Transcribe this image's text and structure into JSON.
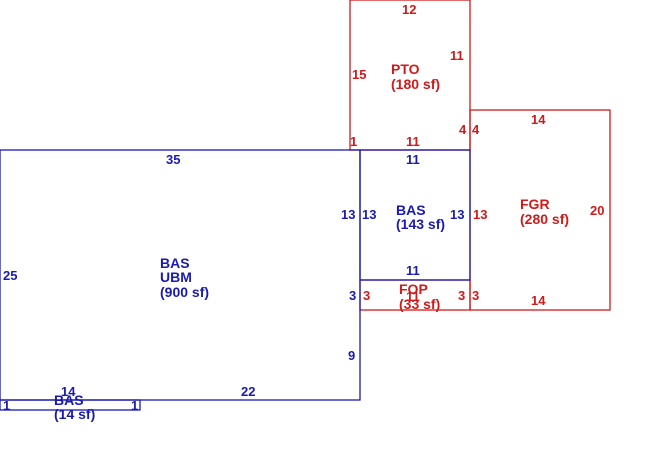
{
  "areas": {
    "pto": {
      "code": "PTO",
      "size": "(180 sf)"
    },
    "fgr": {
      "code": "FGR",
      "size": "(280 sf)"
    },
    "bas_143": {
      "code": "BAS",
      "size": "(143 sf)"
    },
    "bas_900": {
      "code": "BAS",
      "sub": "UBM",
      "size": "(900 sf)"
    },
    "fop": {
      "code": "FOP",
      "size": "(33 sf)"
    },
    "bas_14": {
      "code": "BAS",
      "size": "(14 sf)"
    }
  },
  "dimensions": {
    "pto_top": "12",
    "pto_left": "15",
    "pto_right": "11",
    "pto_bottom": "11",
    "pto_corner_left": "1",
    "pto_corner_right": "4",
    "fgr_corner_left": "4",
    "fgr_top": "14",
    "fgr_right": "20",
    "fgr_left": "13",
    "fgr_bottom": "14",
    "fgr_bottom_left": "3",
    "bas143_top": "11",
    "bas143_left": "13",
    "bas143_right": "13",
    "bas143_bottom": "11",
    "fop_left_red": "3",
    "fop_left_blue": "3",
    "fop_right": "3",
    "fop_bottom": "11",
    "main_top": "35",
    "main_left": "25",
    "main_right_upper": "13",
    "main_right_lower": "9",
    "main_bottom": "22",
    "small_top": "14",
    "small_left": "1",
    "small_right": "1"
  },
  "colors": {
    "blue": "#1a1ab3",
    "red": "#d11a1a"
  }
}
